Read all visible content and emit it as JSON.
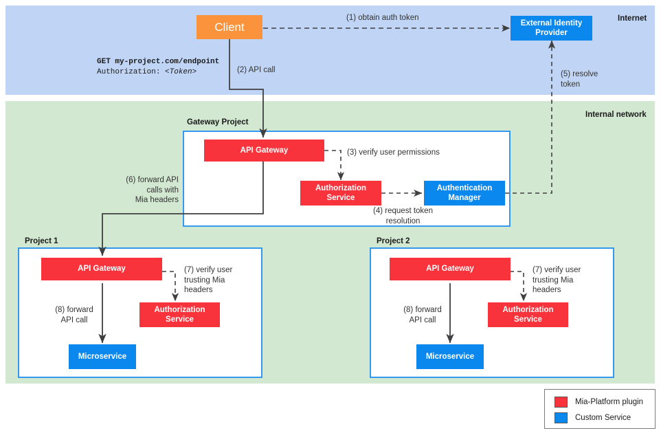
{
  "zones": [
    {
      "id": "internet",
      "label": "Internet",
      "color": "#c0d5f5"
    },
    {
      "id": "internal",
      "label": "Internal network",
      "color": "#d2e8d0"
    }
  ],
  "groups": [
    {
      "id": "gateway-project",
      "label": "Gateway Project"
    },
    {
      "id": "project-1",
      "label": "Project 1"
    },
    {
      "id": "project-2",
      "label": "Project 2"
    }
  ],
  "nodes": {
    "client": "Client",
    "external_identity_provider": "External Identity\nProvider",
    "gw_api_gateway": "API Gateway",
    "gw_authorization_service": "Authorization\nService",
    "gw_authentication_manager": "Authentication\nManager",
    "p1_api_gateway": "API Gateway",
    "p1_authorization_service": "Authorization\nService",
    "p1_microservice": "Microservice",
    "p2_api_gateway": "API Gateway",
    "p2_authorization_service": "Authorization\nService",
    "p2_microservice": "Microservice"
  },
  "request_note": {
    "line1_method": "GET",
    "line1_url": "my-project.com/endpoint",
    "line2_header": "Authorization:",
    "line2_value": "<Token>"
  },
  "edges": {
    "e1": "(1) obtain auth token",
    "e2": "(2) API call",
    "e3": "(3) verify user permissions",
    "e4": "(4) request token\nresolution",
    "e5": "(5) resolve\ntoken",
    "e6": "(6) forward API\ncalls with\nMia headers",
    "e7_p1": "(7) verify user\ntrusting Mia\nheaders",
    "e8_p1": "(8) forward\nAPI call",
    "e7_p2": "(7) verify user\ntrusting Mia\nheaders",
    "e8_p2": "(8) forward\nAPI call"
  },
  "legend": {
    "items": [
      {
        "label": "Mia-Platform plugin",
        "color": "#f8333c"
      },
      {
        "label": "Custom Service",
        "color": "#0b88ee"
      }
    ]
  },
  "colors": {
    "mia_plugin_red": "#f8333c",
    "custom_service_blue": "#0b88ee",
    "client_orange": "#fb923c",
    "internet_band": "#c0d5f5",
    "internal_band": "#d2e8d0",
    "group_border_blue": "#3399ee",
    "wire": "#3f3f3f"
  }
}
